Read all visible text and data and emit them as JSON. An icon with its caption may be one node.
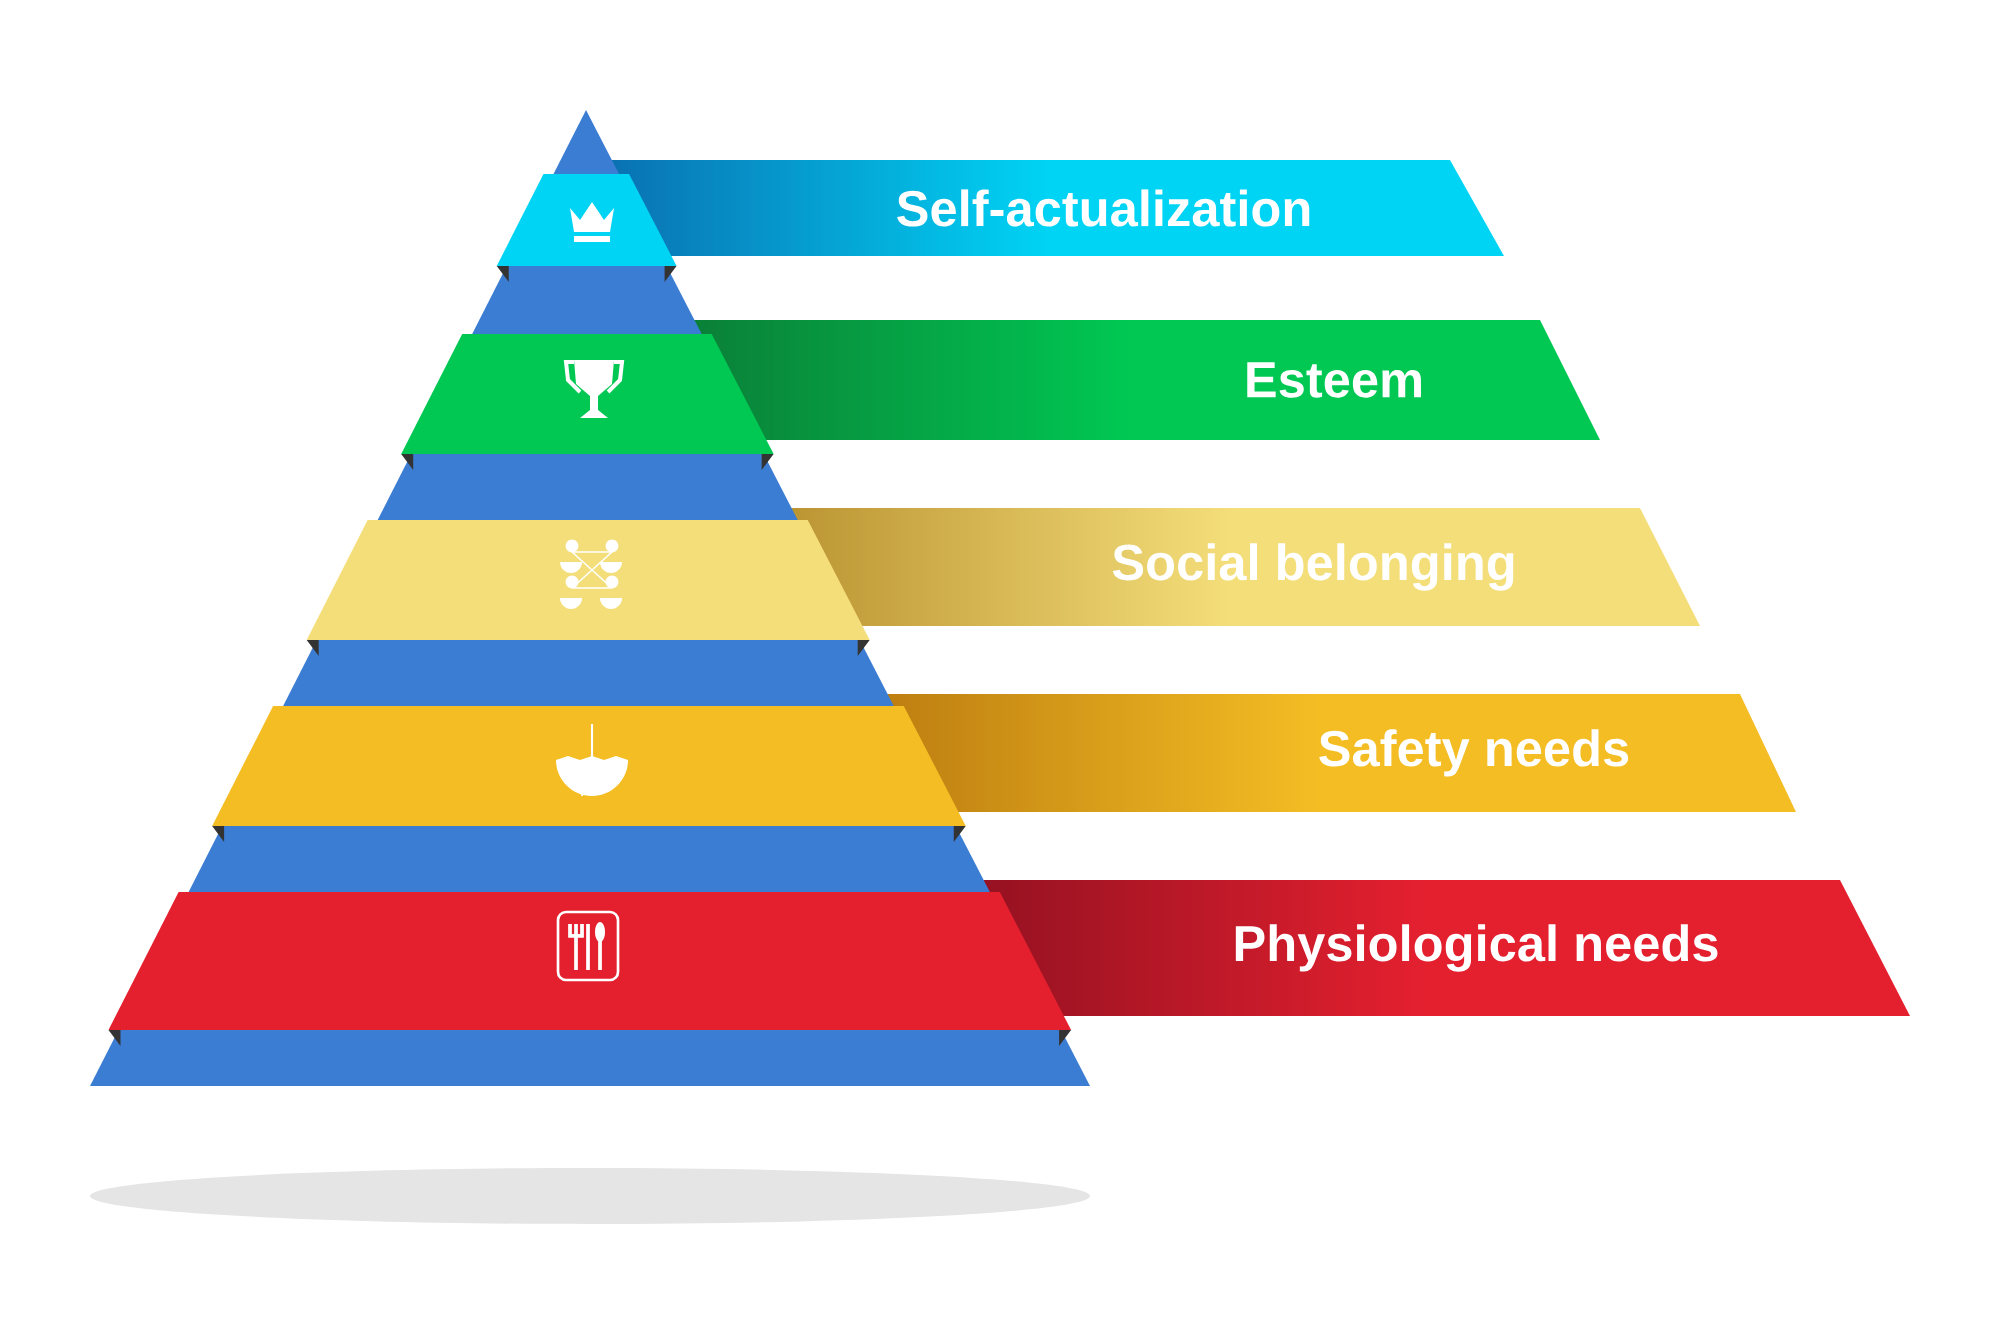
{
  "diagram": {
    "nodes": [
      {
        "text": [
          "Self-actualization"
        ]
      },
      {
        "text": [
          "Esteem"
        ]
      },
      {
        "text": [
          "Social belonging"
        ]
      },
      {
        "text": [
          "Safety needs"
        ]
      },
      {
        "text": [
          "Physiological needs"
        ]
      }
    ]
  }
}
